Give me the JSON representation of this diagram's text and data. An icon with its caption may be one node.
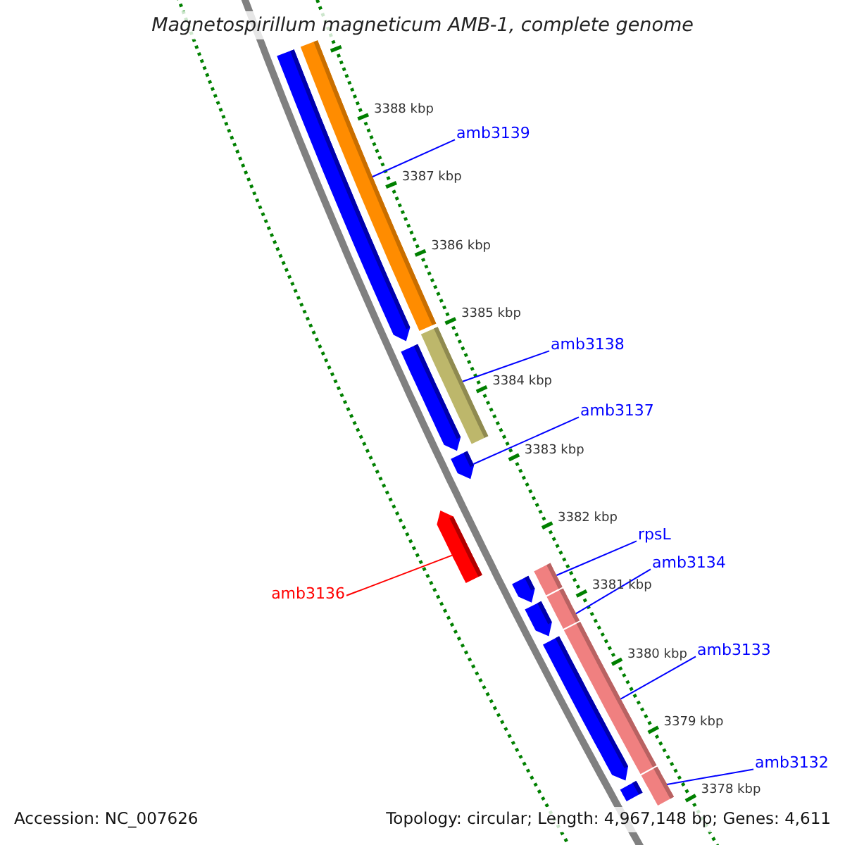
{
  "diagram": {
    "title": "Magnetospirillum magneticum AMB-1, complete genome",
    "nodes": [
      {
        "text": [
          "amb3139"
        ]
      },
      {
        "text": [
          "amb3138"
        ]
      },
      {
        "text": [
          "amb3137"
        ]
      },
      {
        "text": [
          "rpsL"
        ]
      },
      {
        "text": [
          "amb3134"
        ]
      },
      {
        "text": [
          "amb3136"
        ]
      },
      {
        "text": [
          "amb3133"
        ]
      },
      {
        "text": [
          "amb3132"
        ]
      },
      {
        "text": [],
        "shape": "bar"
      },
      {
        "text": [],
        "shape": "arrow"
      },
      {
        "text": [],
        "shape": "bar"
      },
      {
        "text": [],
        "shape": "arrow"
      },
      {
        "text": [],
        "shape": "arrow"
      },
      {
        "text": [],
        "shape": "arrow"
      },
      {
        "text": [],
        "shape": "bar"
      },
      {
        "text": [],
        "shape": "arrow"
      },
      {
        "text": [],
        "shape": "bar"
      },
      {
        "text": [],
        "shape": "arrow"
      },
      {
        "text": [],
        "shape": "bar"
      },
      {
        "text": [],
        "shape": "arrow"
      },
      {
        "text": [],
        "shape": "bar"
      },
      {
        "text": [],
        "shape": "bar"
      }
    ],
    "edges": [
      {
        "from": 0,
        "to": 8,
        "arrow": "none"
      },
      {
        "from": 1,
        "to": 10,
        "arrow": "none"
      },
      {
        "from": 2,
        "to": 12,
        "arrow": "none"
      },
      {
        "from": 3,
        "to": 14,
        "arrow": "none"
      },
      {
        "from": 4,
        "to": 16,
        "arrow": "none"
      },
      {
        "from": 5,
        "to": 13,
        "arrow": "none",
        "color": "#ff0000"
      },
      {
        "from": 6,
        "to": 18,
        "arrow": "none"
      },
      {
        "from": 7,
        "to": 20,
        "arrow": "none"
      }
    ],
    "labels": [
      "3388 kbp",
      "3387 kbp",
      "3386 kbp",
      "3385 kbp",
      "3384 kbp",
      "3383 kbp",
      "3382 kbp",
      "3381 kbp",
      "3380 kbp",
      "3379 kbp",
      "3378 kbp",
      "Accession: NC_007626",
      "Topology: circular; Length: 4,967,148 bp; Genes: 4,611"
    ]
  }
}
